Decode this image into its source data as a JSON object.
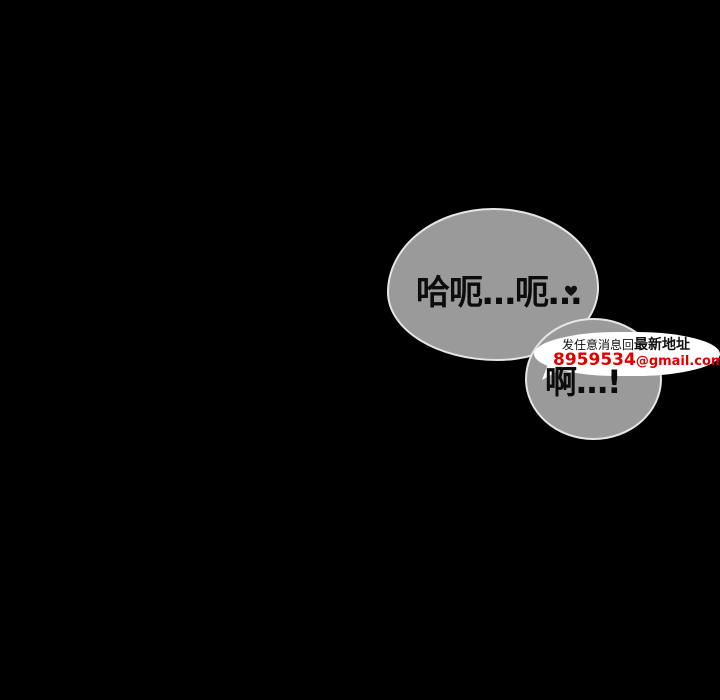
{
  "panel": {
    "background": "#000000",
    "bubble_color": "#9a9a9a",
    "bubble_outline": "#e6e6e6"
  },
  "speech": {
    "main_text": "哈呃…呃…",
    "main_icon": "heart-icon",
    "small_text": "啊…!"
  },
  "watermark": {
    "line1_prefix": "发任意消息回",
    "line1_strong": "最新地址",
    "line2_number": "8959534",
    "line2_mail": "@gmail.com",
    "accent_color": "#e00000"
  }
}
